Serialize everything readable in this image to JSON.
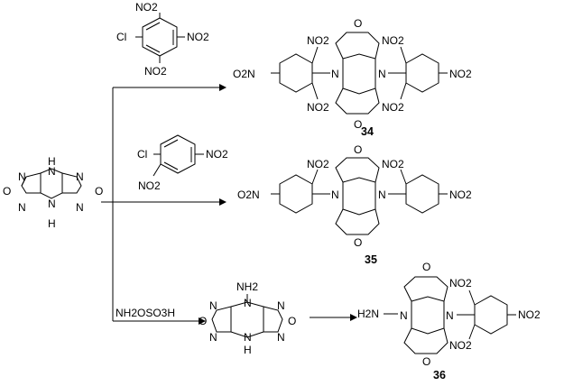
{
  "scheme": {
    "compounds": [
      {
        "id": "starting-material",
        "label": ""
      },
      {
        "id": "product-34",
        "label": "34"
      },
      {
        "id": "product-35",
        "label": "35"
      },
      {
        "id": "intermediate",
        "label": ""
      },
      {
        "id": "product-36",
        "label": "36"
      }
    ],
    "reagents": {
      "picryl_chloride": {
        "cl": "Cl",
        "no2_top": "NO2",
        "no2_right": "NO2",
        "no2_bottom": "NO2"
      },
      "dinitrochlorobenzene": {
        "cl": "Cl",
        "no2_right": "NO2",
        "no2_bottom": "NO2"
      },
      "hydroxylamine_sulfonic_acid": "NH2OSO3H"
    },
    "atoms": {
      "nh": "H",
      "n": "N",
      "o": "O",
      "nh2": "NH2",
      "h2n": "H2N",
      "no2": "NO2",
      "o2n": "O2N"
    }
  }
}
